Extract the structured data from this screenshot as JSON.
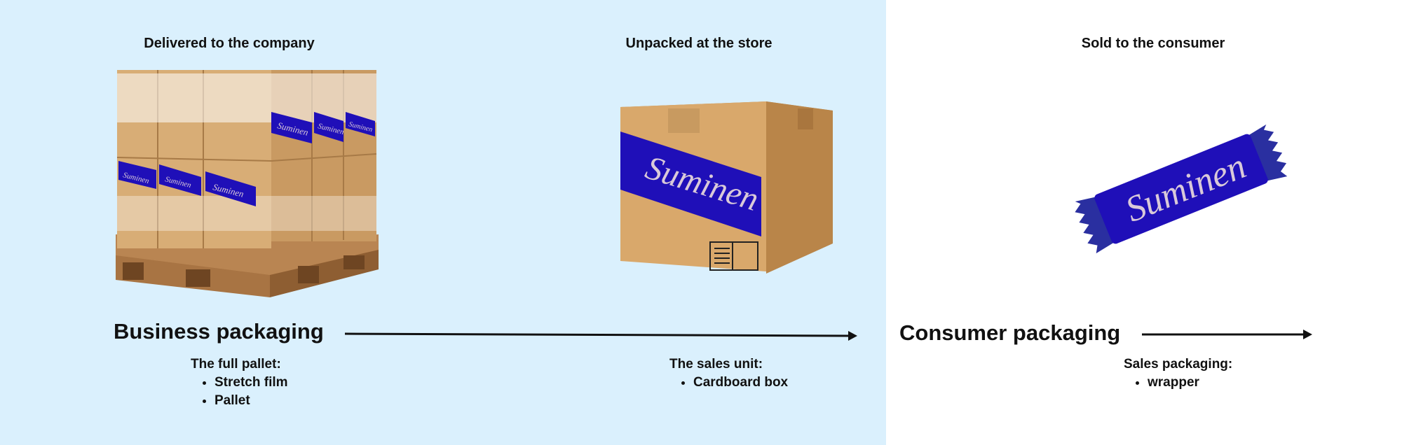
{
  "colors": {
    "left_panel_bg": "#daf0fd",
    "right_panel_bg": "#ffffff",
    "brand_blue": "#1f0fb8",
    "cardboard": "#d6a86f",
    "arrow": "#111111"
  },
  "stages": {
    "company": {
      "title": "Delivered to the company",
      "icon": "pallet-of-boxes-image"
    },
    "store": {
      "title": "Unpacked at the store",
      "icon": "cardboard-box-image"
    },
    "consumer": {
      "title": "Sold to the consumer",
      "icon": "candy-bar-wrapper-image"
    }
  },
  "brand_text": "Suminen",
  "business": {
    "heading": "Business packaging",
    "full_pallet": {
      "label": "The full pallet:",
      "items": [
        "Stretch film",
        "Pallet"
      ]
    },
    "sales_unit": {
      "label": "The sales unit:",
      "items": [
        "Cardboard box"
      ]
    }
  },
  "consumer": {
    "heading": "Consumer packaging",
    "sales_packaging": {
      "label": "Sales packaging:",
      "items": [
        "wrapper"
      ]
    }
  }
}
